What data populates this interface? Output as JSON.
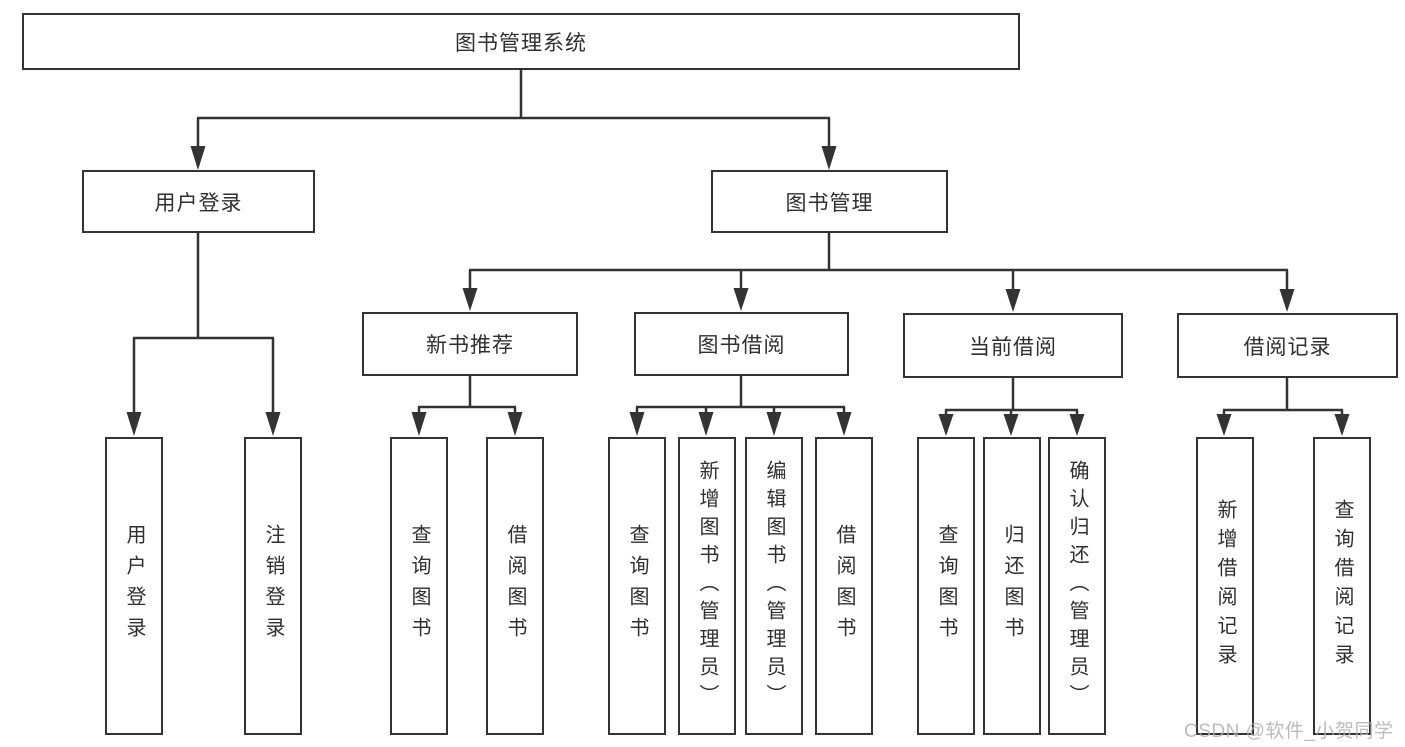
{
  "diagram_title": "图书管理系统",
  "colors": {
    "line": "#333333",
    "text": "#2f2f2f",
    "background": "#ffffff",
    "watermark": "#b5b5b5"
  },
  "nodes": {
    "root": {
      "label": "图书管理系统"
    },
    "l2": [
      {
        "label": "用户登录"
      },
      {
        "label": "图书管理"
      }
    ],
    "l3": [
      {
        "label": "新书推荐"
      },
      {
        "label": "图书借阅"
      },
      {
        "label": "当前借阅"
      },
      {
        "label": "借阅记录"
      }
    ],
    "leaves": {
      "login": [
        "用户登录",
        "注销登录"
      ],
      "recommend": [
        "查询图书",
        "借阅图书"
      ],
      "borrow": [
        "查询图书",
        "新增图书（管理员）",
        "编辑图书（管理员）",
        "借阅图书"
      ],
      "current": [
        "查询图书",
        "归还图书",
        "确认归还（管理员）"
      ],
      "records": [
        "新增借阅记录",
        "查询借阅记录"
      ]
    }
  },
  "watermark": "CSDN @软件_小贺同学",
  "tree": {
    "label": "图书管理系统",
    "children": [
      {
        "label": "用户登录",
        "children": [
          {
            "label": "用户登录"
          },
          {
            "label": "注销登录"
          }
        ]
      },
      {
        "label": "图书管理",
        "children": [
          {
            "label": "新书推荐",
            "children": [
              {
                "label": "查询图书"
              },
              {
                "label": "借阅图书"
              }
            ]
          },
          {
            "label": "图书借阅",
            "children": [
              {
                "label": "查询图书"
              },
              {
                "label": "新增图书（管理员）"
              },
              {
                "label": "编辑图书（管理员）"
              },
              {
                "label": "借阅图书"
              }
            ]
          },
          {
            "label": "当前借阅",
            "children": [
              {
                "label": "查询图书"
              },
              {
                "label": "归还图书"
              },
              {
                "label": "确认归还（管理员）"
              }
            ]
          },
          {
            "label": "借阅记录",
            "children": [
              {
                "label": "新增借阅记录"
              },
              {
                "label": "查询借阅记录"
              }
            ]
          }
        ]
      }
    ]
  }
}
